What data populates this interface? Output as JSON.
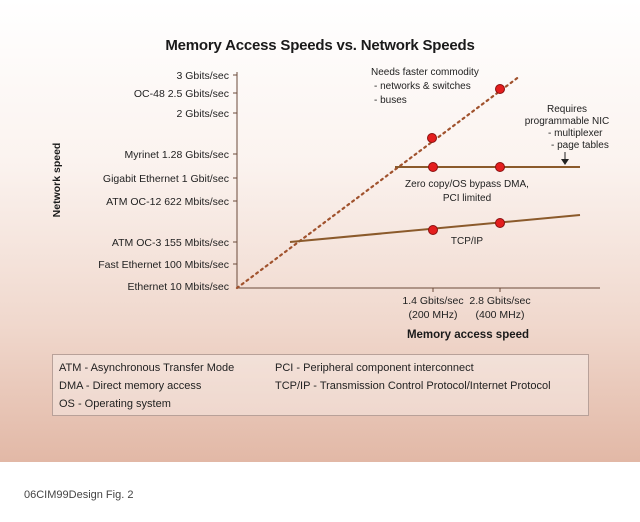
{
  "figure": {
    "title": "Memory Access Speeds vs. Network Speeds",
    "caption": "06CIM99Design Fig. 2"
  },
  "chart_data": {
    "type": "line",
    "title": "Memory Access Speeds vs. Network Speeds",
    "xlabel": "Memory access speed",
    "ylabel": "Network speed",
    "x_ticks": [
      {
        "line1": "1.4 Gbits/sec",
        "line2": "(200 MHz)"
      },
      {
        "line1": "2.8 Gbits/sec",
        "line2": "(400 MHz)"
      }
    ],
    "y_ticks": [
      "3 Gbits/sec",
      "OC-48 2.5 Gbits/sec",
      "2 Gbits/sec",
      "Myrinet 1.28 Gbits/sec",
      "Gigabit Ethernet 1 Gbit/sec",
      "ATM OC-12 622 Mbits/sec",
      "ATM OC-3 155 Mbits/sec",
      "Fast Ethernet 100 Mbits/sec",
      "Ethernet 10 Mbits/sec"
    ],
    "series": [
      {
        "name": "TCP/IP",
        "style": "solid",
        "color": "#8b5a2b"
      },
      {
        "name": "Zero copy/OS bypass DMA, PCI limited",
        "style": "solid",
        "color": "#8b5a2b"
      },
      {
        "style": "dotted",
        "color": "#a0522d"
      }
    ],
    "grid": false
  },
  "annotations": {
    "commodity": {
      "title": "Needs faster commodity",
      "items": [
        "- networks & switches",
        "- buses"
      ]
    },
    "nic": {
      "lines": [
        "Requires",
        "programmable NIC",
        "- multiplexer",
        "- page tables"
      ]
    },
    "zerocopy": {
      "lines": [
        "Zero copy/OS bypass DMA,",
        "PCI limited"
      ]
    },
    "tcpip": "TCP/IP"
  },
  "legend": {
    "atm": "ATM - Asynchronous Transfer Mode",
    "dma": "DMA - Direct memory access",
    "os": "OS - Operating system",
    "pci": "PCI - Peripheral component interconnect",
    "tcp": "TCP/IP - Transmission Control Protocol/Internet Protocol"
  },
  "colors": {
    "curve": "#8b5a2b",
    "dotted": "#a0522d",
    "marker": "#e41e1e",
    "marker_stroke": "#8a1010",
    "axis": "#6b4a3a"
  }
}
